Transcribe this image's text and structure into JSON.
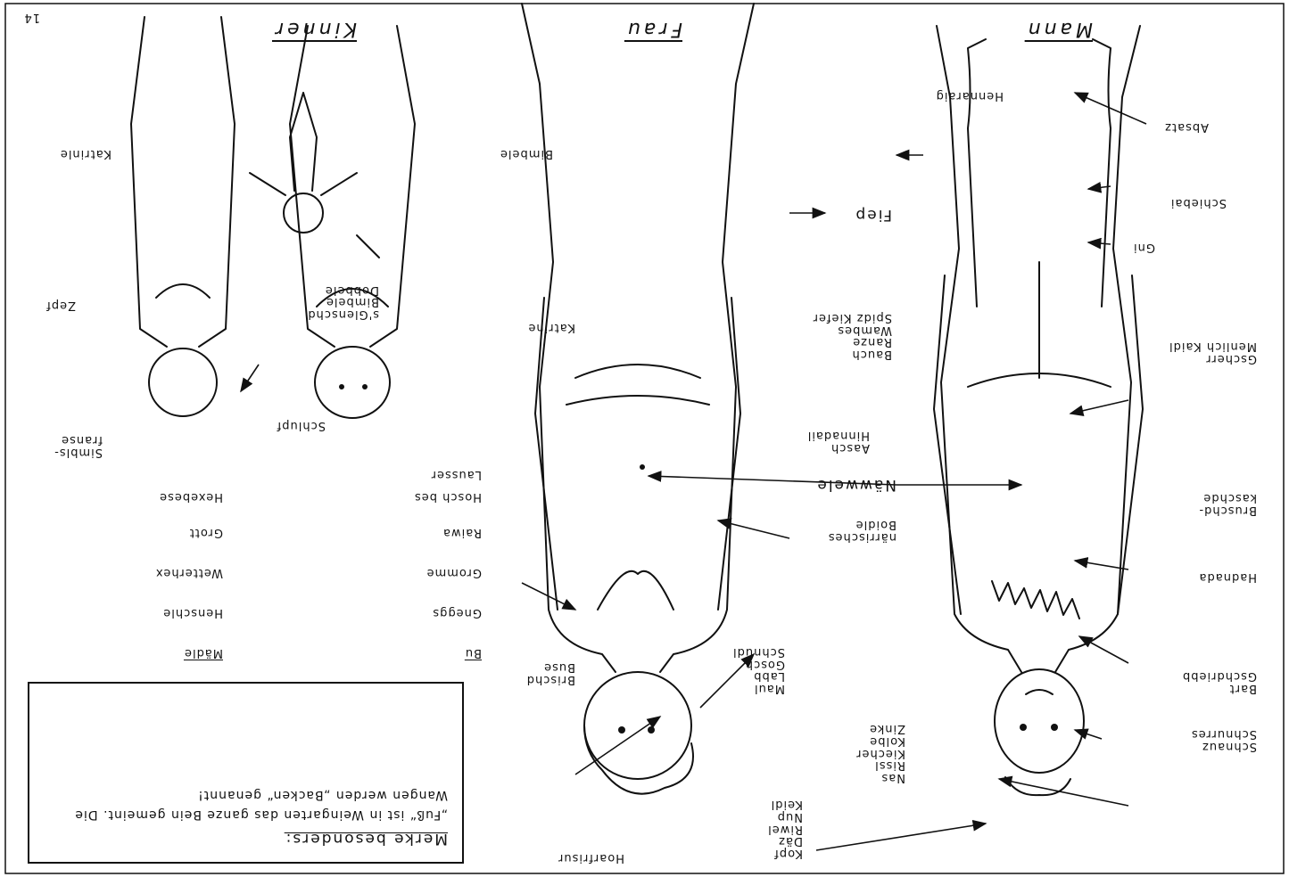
{
  "page_number": "14",
  "headings": {
    "mann": "Mann",
    "frau": "Frau",
    "kinner": "Kinner"
  },
  "note": {
    "title": "Merke besonders:",
    "body": "„Fuß“ ist in Weingarten das ganze Bein gemeint. Die Wangen werden „Backen“ genannt!"
  },
  "mann_labels": {
    "schnurres": "Schnauz\nSchnurres",
    "bart": "Bart\nGschdriebb",
    "hadnadr": "Hadnada",
    "bruschd": "Bruschd-\nkaschde",
    "gscherr": "Gscherr\nMenlich Kaidl",
    "gni": "Gni",
    "schiebai": "Schiebai",
    "absatz": "Absatz",
    "hennaraig": "Hennaraig"
  },
  "center_labels": {
    "kopf": "Kopf\nDäz\nRiwel\nNup\nKeidl",
    "nas": "Nas\nRissl\nKiecher\nKolbe\nZinke",
    "maul": "Maul\nLabb\nGosch\nSchnudl",
    "narrische": "närrisches\nBoidle",
    "nawwele": "Näwwele",
    "aasch": "Aasch\nHinnadail",
    "bauch": "Bauch\nRanze\nWambes\nSpidz Kiefer",
    "fiep": "Fiep"
  },
  "frau_labels": {
    "haarfrisur": "Hoarfrisur",
    "brischd": "Brischd\nBuse",
    "kathrine": "Katrine"
  },
  "kinner_labels": {
    "bimbele": "Bimbele",
    "glenschd": "s'Glenschd\nBimbele\nDobbele",
    "katrinle": "Katrinle",
    "schlupf": "Schlupf",
    "zepf": "Zepf",
    "simbls": "Simbls-\nfranse"
  },
  "kinner_lists": {
    "bu_header": "Bu",
    "bu": [
      "Gneggs",
      "Gromme",
      "Raiwa",
      "Hosch bes",
      "Lausser"
    ],
    "madle_header": "Mädle",
    "madle": [
      "Henschle",
      "Wetterhex",
      "Grott",
      "Hexebese"
    ]
  }
}
